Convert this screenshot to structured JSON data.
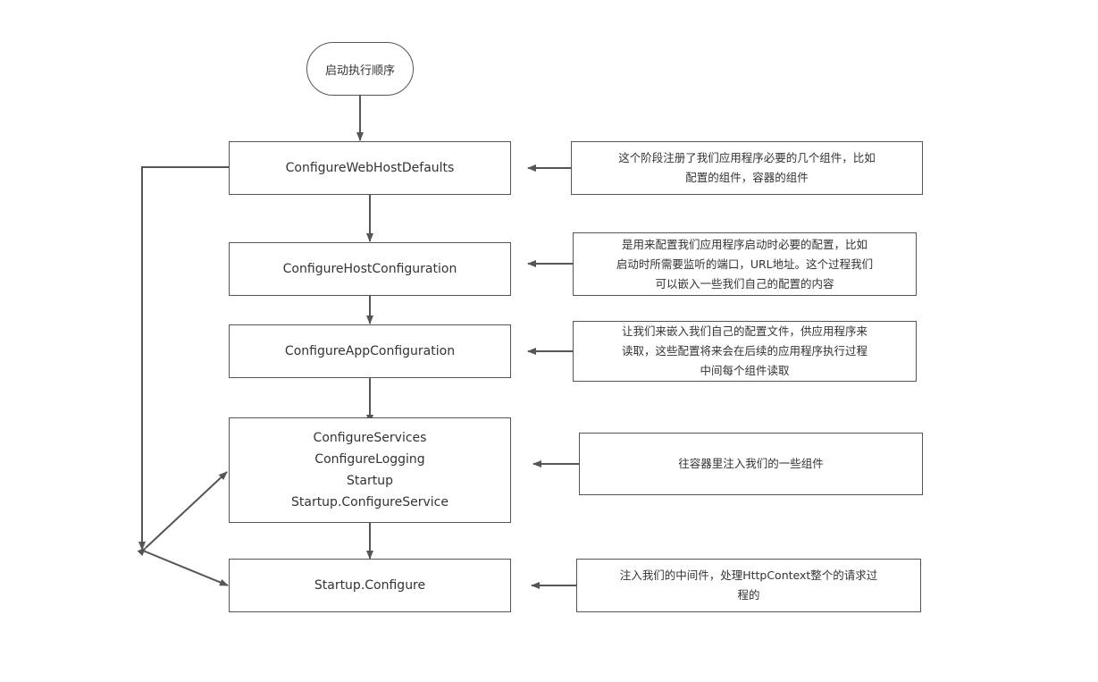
{
  "start": {
    "label": "启动执行顺序"
  },
  "steps": [
    {
      "lines": [
        "ConfigureWebHostDefaults"
      ]
    },
    {
      "lines": [
        "ConfigureHostConfiguration"
      ]
    },
    {
      "lines": [
        "ConfigureAppConfiguration"
      ]
    },
    {
      "lines": [
        "ConfigureServices",
        "ConfigureLogging",
        "Startup",
        "Startup.ConfigureService"
      ]
    },
    {
      "lines": [
        "Startup.Configure"
      ]
    }
  ],
  "notes": [
    {
      "lines": [
        "这个阶段注册了我们应用程序必要的几个组件，比如",
        "配置的组件，容器的组件"
      ]
    },
    {
      "lines": [
        "是用来配置我们应用程序启动时必要的配置，比如",
        "启动时所需要监听的端口，URL地址。这个过程我们",
        "可以嵌入一些我们自己的配置的内容"
      ]
    },
    {
      "lines": [
        "让我们来嵌入我们自己的配置文件，供应用程序来",
        "读取，这些配置将来会在后续的应用程序执行过程",
        "中间每个组件读取"
      ]
    },
    {
      "lines": [
        "往容器里注入我们的一些组件"
      ]
    },
    {
      "lines": [
        "注入我们的中间件，处理HttpContext整个的请求过",
        "程的"
      ]
    }
  ],
  "colors": {
    "stroke": "#555555",
    "text": "#333333",
    "background": "#ffffff"
  }
}
